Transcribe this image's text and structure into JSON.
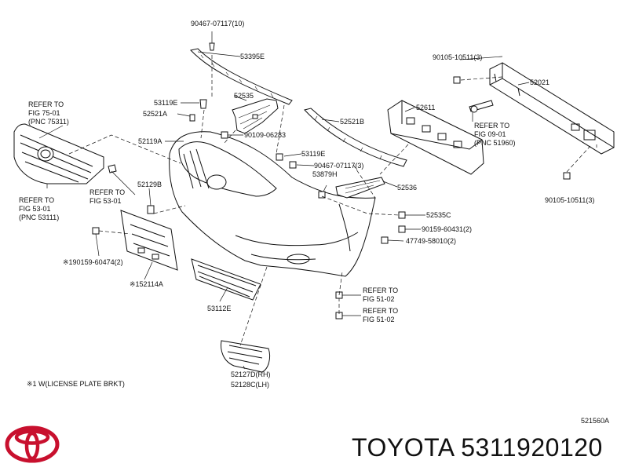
{
  "labels": {
    "clip_90467_top": "90467-07117(10)",
    "retainer_53395e": "53395E",
    "bolt_90105_top": "90105-10511(3)",
    "reinforcement_52021": "52021",
    "refer_fig_75": [
      "REFER TO",
      "FIG 75-01",
      "(PNC 75311)"
    ],
    "clip_53119e_a": "53119E",
    "retainer_52535": "52535",
    "spacer_52521a": "52521A",
    "absorber_52611": "52611",
    "refer_fig_09": [
      "REFER TO",
      "FIG 09-01",
      "(PNC 51960)"
    ],
    "screw_90109": "90109-06283",
    "support_52521b": "52521B",
    "cover_52119a": "52119A",
    "clip_53119e_b": "53119E",
    "clip_90467_mid": "90467-07117(3)",
    "clip_53879h": "53879H",
    "grille_ref": [
      "REFER TO",
      "FIG 53-01",
      "(PNC 53111)"
    ],
    "refer_fig_53_small": [
      "REFER TO",
      "FIG 53-01"
    ],
    "retainer_52536": "52536",
    "bolt_90105_right": "90105-10511(3)",
    "plug_52129b": "52129B",
    "retainer_52535c": "52535C",
    "clip_90159_right": "90159-60431(2)",
    "screw_47749": "47749-58010(2)",
    "screw_90159_left": "※190159-60474(2)",
    "bracket_52114a": "※152114A",
    "grille_53112e": "53112E",
    "refer_fig_51_a": [
      "REFER TO",
      "FIG 51-02"
    ],
    "refer_fig_51_b": [
      "REFER TO",
      "FIG 51-02"
    ],
    "cover_rh_lh": [
      "52127D(RH)",
      "52128C(LH)"
    ]
  },
  "note": "※1 W(LICENSE PLATE BRKT)",
  "ref_code": "521560A",
  "footer": {
    "title": "TOYOTA 5311920120"
  },
  "colors": {
    "logo": "#c8102e",
    "line": "#111111"
  }
}
